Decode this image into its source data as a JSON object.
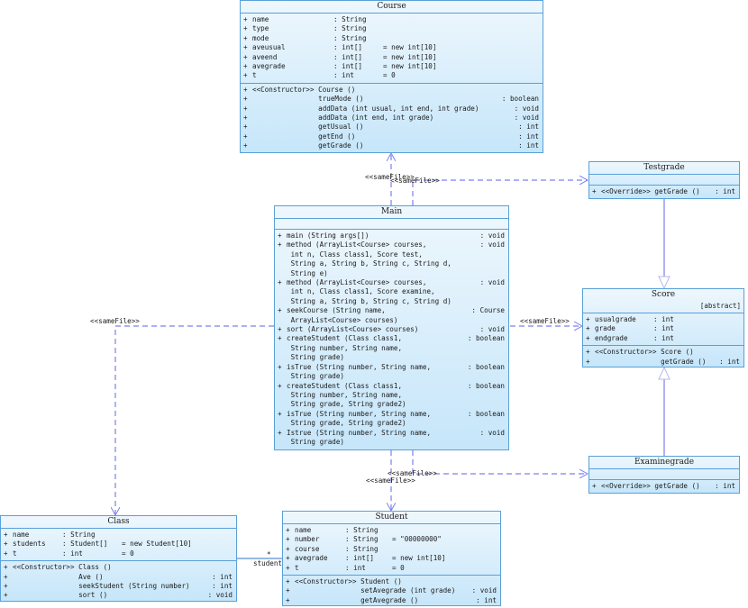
{
  "classes": {
    "course": {
      "title": "Course",
      "attrs": [
        {
          "vis": "+",
          "name": "name",
          "type": ": String",
          "init": ""
        },
        {
          "vis": "+",
          "name": "type",
          "type": ": String",
          "init": ""
        },
        {
          "vis": "+",
          "name": "mode",
          "type": ": String",
          "init": ""
        },
        {
          "vis": "+",
          "name": "aveusual",
          "type": ": int[]",
          "init": "= new int[10]"
        },
        {
          "vis": "+",
          "name": "aveend",
          "type": ": int[]",
          "init": "= new int[10]"
        },
        {
          "vis": "+",
          "name": "avegrade",
          "type": ": int[]",
          "init": "= new int[10]"
        },
        {
          "vis": "+",
          "name": "t",
          "type": ": int",
          "init": "= 0"
        }
      ],
      "ops": [
        {
          "vis": "+",
          "text": "<<Constructor>> Course ()",
          "ret": ""
        },
        {
          "vis": "+",
          "text": "                trueMode ()",
          "ret": ": boolean"
        },
        {
          "vis": "+",
          "text": "                addData (int usual, int end, int grade)",
          "ret": ": void"
        },
        {
          "vis": "+",
          "text": "                addData (int end, int grade)",
          "ret": ": void"
        },
        {
          "vis": "+",
          "text": "                getUsual ()",
          "ret": ": int"
        },
        {
          "vis": "+",
          "text": "                getEnd ()",
          "ret": ": int"
        },
        {
          "vis": "+",
          "text": "                getGrade ()",
          "ret": ": int"
        }
      ]
    },
    "testgrade": {
      "title": "Testgrade",
      "ops": [
        {
          "vis": "+",
          "text": "<<Override>> getGrade ()",
          "ret": ": int"
        }
      ]
    },
    "main": {
      "title": "Main",
      "ops": [
        {
          "vis": "+",
          "text": "main (String args[])",
          "ret": ": void"
        },
        {
          "vis": "+",
          "text": "method (ArrayList<Course> courses,",
          "ret": ": void"
        },
        {
          "vis": "",
          "text": " int n, Class class1, Score test,",
          "ret": ""
        },
        {
          "vis": "",
          "text": " String a, String b, String c, String d,",
          "ret": ""
        },
        {
          "vis": "",
          "text": " String e)",
          "ret": ""
        },
        {
          "vis": "+",
          "text": "method (ArrayList<Course> courses,",
          "ret": ": void"
        },
        {
          "vis": "",
          "text": " int n, Class class1, Score examine,",
          "ret": ""
        },
        {
          "vis": "",
          "text": " String a, String b, String c, String d)",
          "ret": ""
        },
        {
          "vis": "+",
          "text": "seekCourse (String name,",
          "ret": ": Course"
        },
        {
          "vis": "",
          "text": " ArrayList<Course> courses)",
          "ret": ""
        },
        {
          "vis": "+",
          "text": "sort (ArrayList<Course> courses)",
          "ret": ": void"
        },
        {
          "vis": "+",
          "text": "createStudent (Class class1,",
          "ret": ": boolean"
        },
        {
          "vis": "",
          "text": " String number, String name,",
          "ret": ""
        },
        {
          "vis": "",
          "text": " String grade)",
          "ret": ""
        },
        {
          "vis": "+",
          "text": "isTrue (String number, String name,",
          "ret": ": boolean"
        },
        {
          "vis": "",
          "text": " String grade)",
          "ret": ""
        },
        {
          "vis": "+",
          "text": "createStudent (Class class1,",
          "ret": ": boolean"
        },
        {
          "vis": "",
          "text": " String number, String name,",
          "ret": ""
        },
        {
          "vis": "",
          "text": " String grade, String grade2)",
          "ret": ""
        },
        {
          "vis": "+",
          "text": "isTrue (String number, String name,",
          "ret": ": boolean"
        },
        {
          "vis": "",
          "text": " String grade, String grade2)",
          "ret": ""
        },
        {
          "vis": "+",
          "text": "Istrue (String number, String name,",
          "ret": ": void"
        },
        {
          "vis": "",
          "text": " String grade)",
          "ret": ""
        }
      ]
    },
    "score": {
      "title": "Score",
      "stereotype": "[abstract]",
      "attrs": [
        {
          "vis": "+",
          "name": "usualgrade",
          "type": ": int",
          "init": ""
        },
        {
          "vis": "+",
          "name": "grade",
          "type": ": int",
          "init": ""
        },
        {
          "vis": "+",
          "name": "endgrade",
          "type": ": int",
          "init": ""
        }
      ],
      "ops": [
        {
          "vis": "+",
          "text": "<<Constructor>> Score ()",
          "ret": ""
        },
        {
          "vis": "+",
          "text": "                getGrade ()",
          "ret": ": int"
        }
      ]
    },
    "examinegrade": {
      "title": "Examinegrade",
      "ops": [
        {
          "vis": "+",
          "text": "<<Override>> getGrade ()",
          "ret": ": int"
        }
      ]
    },
    "klass": {
      "title": "Class",
      "attrs": [
        {
          "vis": "+",
          "name": "name",
          "type": ": String",
          "init": ""
        },
        {
          "vis": "+",
          "name": "students",
          "type": ": Student[]",
          "init": "= new Student[10]"
        },
        {
          "vis": "+",
          "name": "t",
          "type": ": int",
          "init": "= 0"
        }
      ],
      "ops": [
        {
          "vis": "+",
          "text": "<<Constructor>> Class ()",
          "ret": ""
        },
        {
          "vis": "+",
          "text": "                Ave ()",
          "ret": ": int"
        },
        {
          "vis": "+",
          "text": "                seekStudent (String number)",
          "ret": ": int"
        },
        {
          "vis": "+",
          "text": "                sort ()",
          "ret": ": void"
        }
      ]
    },
    "student": {
      "title": "Student",
      "attrs": [
        {
          "vis": "+",
          "name": "name",
          "type": ": String",
          "init": ""
        },
        {
          "vis": "+",
          "name": "number",
          "type": ": String",
          "init": "= \"00000000\""
        },
        {
          "vis": "+",
          "name": "course",
          "type": ": String",
          "init": ""
        },
        {
          "vis": "+",
          "name": "avegrade",
          "type": ": int[]",
          "init": "= new int[10]"
        },
        {
          "vis": "+",
          "name": "t",
          "type": ": int",
          "init": "= 0"
        }
      ],
      "ops": [
        {
          "vis": "+",
          "text": "<<Constructor>> Student ()",
          "ret": ""
        },
        {
          "vis": "+",
          "text": "                setAvegrade (int grade)",
          "ret": ": void"
        },
        {
          "vis": "+",
          "text": "                getAvegrade ()",
          "ret": ": int"
        }
      ]
    }
  },
  "labels": {
    "same_file": "<<sameFile>>",
    "multiplicity": "*",
    "role_students": "students"
  },
  "colors": {
    "line": "#7d7ff0",
    "border": "#5aa0d8"
  }
}
